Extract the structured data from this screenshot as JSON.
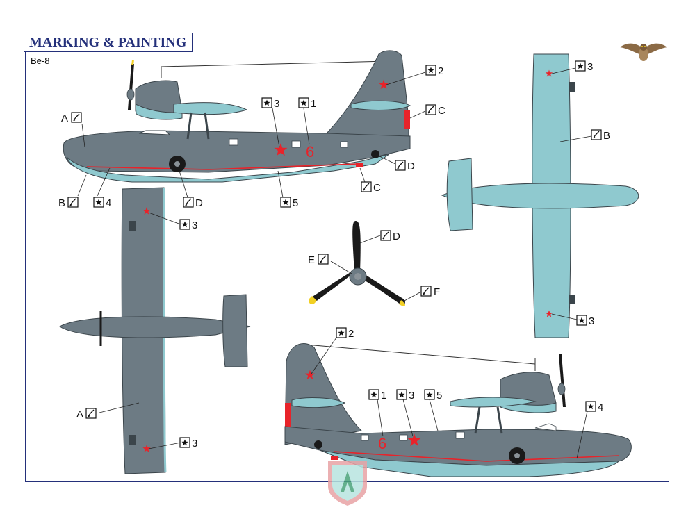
{
  "header": {
    "title": "MARKING & PAINTING",
    "subtitle": "Be-8"
  },
  "colors": {
    "frame": "#24307a",
    "upper_gray": "#6d7b84",
    "under_blue": "#8fc9cf",
    "red": "#e8232a",
    "black": "#1a1a1a",
    "yellow": "#f2d024"
  },
  "markers": {
    "A": "A",
    "B": "B",
    "C": "C",
    "D": "D",
    "E": "E",
    "F": "F",
    "d1": "1",
    "d2": "2",
    "d3": "3",
    "d4": "4",
    "d5": "5"
  },
  "aircraft": {
    "tail_number": "6"
  },
  "logo_icon": "owl-logo-icon",
  "watermark_icon": "shield-watermark-icon"
}
